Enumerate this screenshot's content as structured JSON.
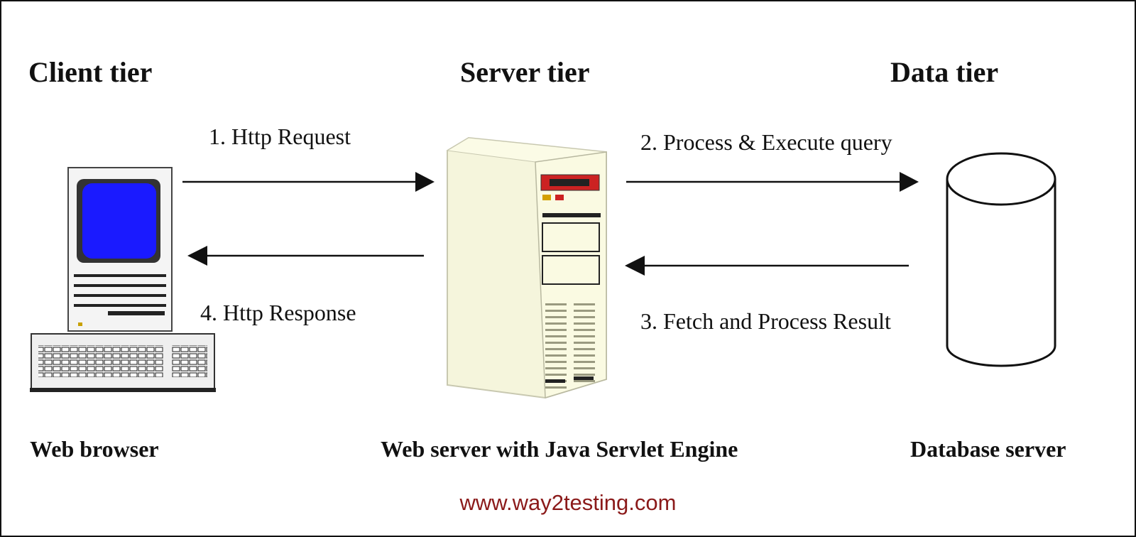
{
  "tiers": {
    "client": {
      "title": "Client tier",
      "caption": "Web browser"
    },
    "server": {
      "title": "Server tier",
      "caption": "Web server with Java Servlet Engine"
    },
    "data": {
      "title": "Data tier",
      "caption": "Database server"
    }
  },
  "arrows": {
    "request": "1. Http Request",
    "process": "2. Process & Execute query",
    "fetch": "3. Fetch and Process Result",
    "response": "4. Http Response"
  },
  "icons": {
    "client": "desktop-computer-icon",
    "server": "server-tower-icon",
    "database": "database-cylinder-icon"
  },
  "colors": {
    "screen": "#1a1aff",
    "server_body": "#f5f5dc",
    "watermark": "#8b1a1a"
  },
  "watermark": "www.way2testing.com"
}
